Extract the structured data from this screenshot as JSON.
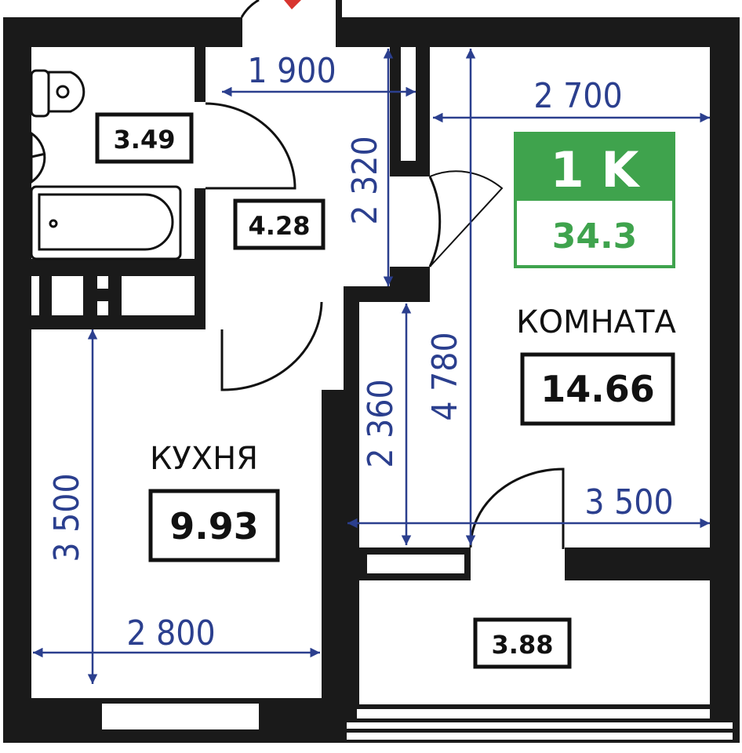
{
  "plan": {
    "apartment_type": "1 K",
    "total_area": "34.3",
    "rooms": {
      "bathroom": {
        "area": "3.49"
      },
      "hallway": {
        "area": "4.28"
      },
      "room": {
        "name": "КОМНАТА",
        "area": "14.66"
      },
      "kitchen": {
        "name": "КУХНЯ",
        "area": "9.93"
      },
      "balcony": {
        "area": "3.88"
      }
    },
    "dimensions": {
      "hall_width": "1 900",
      "hall_length": "2 320",
      "room_width_top": "2 700",
      "room_length": "4 780",
      "room_part_length": "2 360",
      "room_width_bottom": "3 500",
      "kitchen_length": "3 500",
      "kitchen_width": "2 800"
    }
  },
  "colors": {
    "dimension": "#2b3f8e",
    "badge_green": "#3fa34d",
    "wall": "#1a1a1a"
  }
}
